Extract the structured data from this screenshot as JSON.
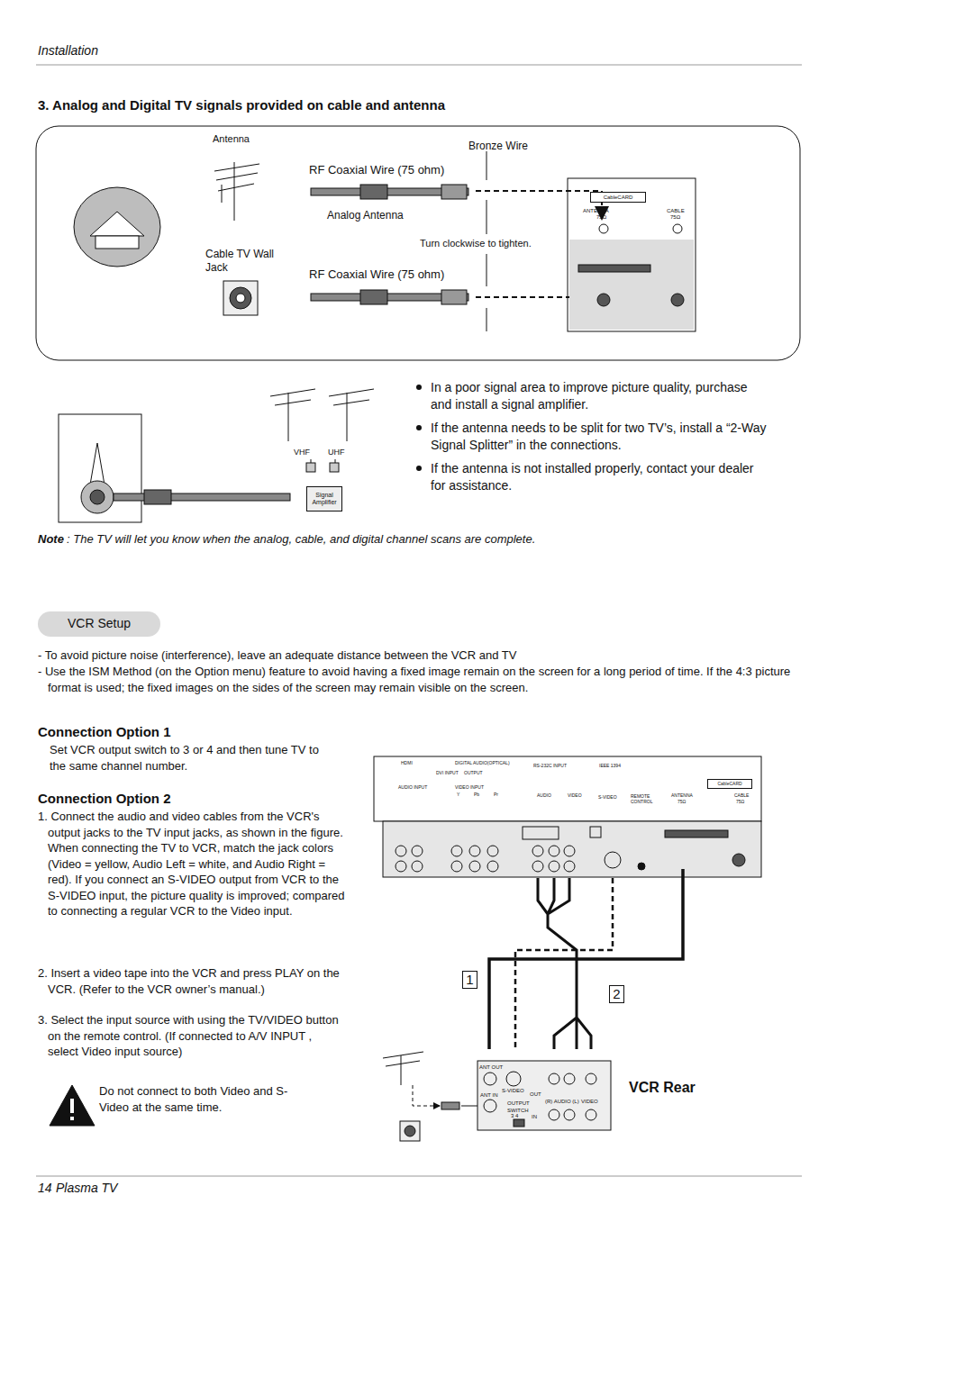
{
  "diagram": {
    "title": "3. Analog and Digital TV signals provided on cable and antenna",
    "nodes": [
      {
        "text": [
          "CableCARD"
        ]
      },
      {
        "text": [
          "Signal Amplifier"
        ]
      },
      {
        "text": [
          "VCR Setup"
        ]
      },
      {
        "text": [
          "CableCARD"
        ]
      },
      {
        "text": [
          "1"
        ]
      },
      {
        "text": [
          "2"
        ]
      }
    ],
    "labels": [
      "Installation",
      "Antenna",
      "Bronze Wire",
      "RF Coaxial Wire (75 ohm)",
      "Analog Antenna",
      "Turn clockwise to tighten.",
      "Cable TV Wall Jack",
      "RF Coaxial Wire (75 ohm)",
      "ANTENNA",
      "75Ω",
      "CABLE",
      "75Ω",
      "VHF",
      "UHF",
      "In a poor signal area to improve picture quality, purchase and install a signal amplifier.",
      "If the antenna needs to be split for two TV’s, install a “2-Way Signal Splitter” in the connections.",
      "If the antenna is not installed properly, contact your dealer for assistance.",
      "Note",
      ": The TV will let you know when the analog, cable, and digital channel scans are complete.",
      "- To avoid picture noise (interference), leave an adequate distance between the VCR and TV",
      "- Use the ISM Method (on the Option menu) feature to avoid having a fixed image remain on the screen for a long period of time. If the 4:3 picture format is used; the fixed images on the sides of the screen may remain visible on the screen.",
      "Connection Option 1",
      "Set VCR output switch to 3 or 4 and then tune TV to the same channel number.",
      "Connection Option 2",
      "1. Connect the audio and video cables from the VCR's output jacks to the TV input jacks, as shown in the figure. When connecting the TV to VCR, match the jack colors (Video = yellow, Audio Left = white, and Audio Right = red). If you connect an S-VIDEO output from VCR to the S-VIDEO input, the picture quality is improved; compared to connecting a regular VCR to the Video input.",
      "2. Insert a video tape into the VCR and press PLAY on the VCR. (Refer to the VCR owner’s manual.)",
      "3. Select the input source with using the TV/VIDEO button on the remote control. (If connected to A/V INPUT , select Video input source)",
      "Do not connect to both Video and S-Video at the same time.",
      "HDMI",
      "DIGITAL AUDIO(OPTICAL)",
      "DVI INPUT",
      "OUTPUT",
      "RS-232C INPUT",
      "IEEE 1394",
      "AUDIO INPUT",
      "VIDEO INPUT",
      "Y",
      "Pb",
      "Pr",
      "AUDIO",
      "VIDEO",
      "S-VIDEO",
      "REMOTE CONTROL",
      "ANTENNA",
      "75Ω",
      "CABLE",
      "75Ω",
      "ANT OUT",
      "ANT IN",
      "S-VIDEO",
      "OUT",
      "OUTPUT SWITCH",
      "3 4",
      "IN",
      "(R) AUDIO (L)",
      "VIDEO",
      "VCR Rear",
      "14",
      "Plasma TV"
    ]
  }
}
